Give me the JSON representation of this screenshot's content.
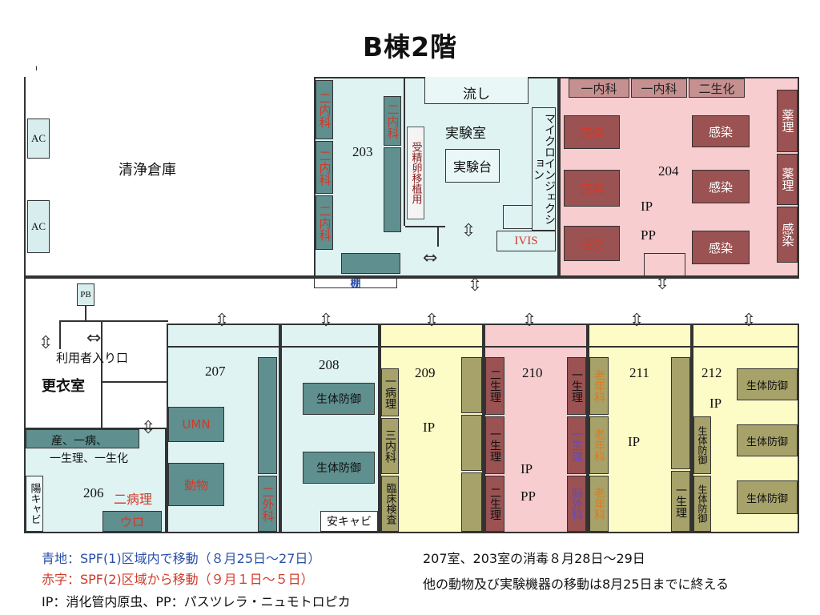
{
  "title": "B棟2階",
  "rooms": {
    "storage": {
      "name": "清浄倉庫",
      "ac1": "AC",
      "ac2": "AC"
    },
    "r203": {
      "num": "203",
      "lab": "実験室",
      "bench": "実験台",
      "sink": "流し",
      "unit_a": "二内科",
      "unit_b": "二内科",
      "unit_c": "二内科",
      "unit_d": "二内科",
      "egg": "受精卵移植用",
      "micro": "マイクロインジェクション",
      "ivis": "IVIS"
    },
    "shelf": "棚",
    "r204": {
      "num": "204",
      "ip": "IP",
      "pp": "PP",
      "top": [
        "一内科",
        "一内科",
        "二生化"
      ],
      "left": [
        "感染",
        "感染",
        "感染"
      ],
      "mid": [
        "感染",
        "感染",
        "感染"
      ],
      "right": [
        "薬理",
        "薬理",
        "感染"
      ]
    },
    "pb": "PB",
    "entrance": "利用者入り口",
    "locker": "更衣室",
    "r206": {
      "num": "206",
      "note1": "産、一病、",
      "note2": "一生理、一生化",
      "cab": "陽キャビ",
      "unit": "二病理",
      "uro": "ウロ"
    },
    "r207": {
      "num": "207",
      "umn": "UMN",
      "animal": "動物",
      "side": "二外科"
    },
    "r208": {
      "num": "208",
      "def1": "生体防御",
      "def2": "生体防御",
      "cab": "安キャビ"
    },
    "r209": {
      "num": "209",
      "ip": "IP",
      "u1": "一病理",
      "u2": "三内科",
      "u3": "臨床検査"
    },
    "r210": {
      "num": "210",
      "ip": "IP",
      "pp": "PP",
      "l1": "二生理",
      "l2": "一生理",
      "l3": "二生理",
      "r1": "一生理",
      "r2": "一生理",
      "r3": "脳外科"
    },
    "r211": {
      "num": "211",
      "ip": "IP",
      "o1": "老年科",
      "o2": "老年科",
      "o3": "老年科",
      "side": "一生理"
    },
    "r212": {
      "num": "212",
      "ip": "IP",
      "d1": "生体防御",
      "d2": "生体防御",
      "d3": "生体防御",
      "s1": "生体防御",
      "s2": "生体防御"
    }
  },
  "legend": {
    "blue_line": "青地：SPF(1)区域内で移動（８月25日〜27日）",
    "red_line": "赤字：SPF(2)区域から移動（９月１日〜５日）",
    "ip_pp": "IP：消化管内原虫、PP：パスツレラ・ニュモトロピカ",
    "disinfect": "207室、203室の消毒８月28日〜29日",
    "move_done": "他の動物及び実験機器の移動は8月25日までに終える"
  },
  "colors": {
    "cyan_room": "#dff3f3",
    "pink_room": "#f7cdd0",
    "yellow_room": "#fdfbc6",
    "teal_unit": "#5f8f8f",
    "maroon_unit": "#9a5252",
    "olive_unit": "#a6a26a",
    "blue_text": "#2b4fa8",
    "red_text": "#d03a2a",
    "orange_text": "#e07a1a"
  }
}
